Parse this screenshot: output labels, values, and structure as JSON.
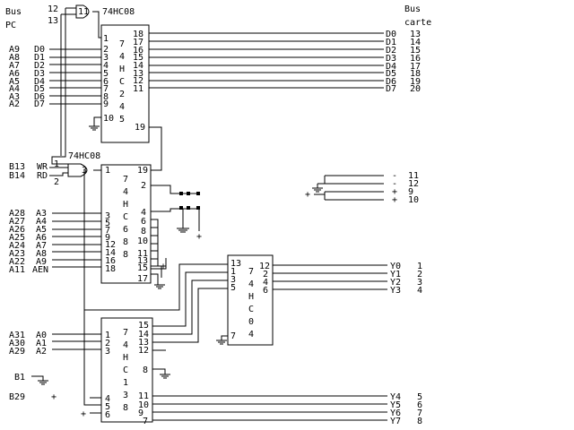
{
  "labels": {
    "bus_pc_1": "Bus",
    "bus_pc_2": "PC",
    "bus_carte_1": "Bus",
    "bus_carte_2": "carte",
    "p12": "12",
    "p13": "13",
    "hc08_top": "74HC08",
    "hc08_mid": "74HC08",
    "gate_top_out": "11",
    "gate_mid_out": "3"
  },
  "chips": {
    "c245": {
      "n0": "7",
      "n1": "4",
      "n2": "H",
      "n3": "C",
      "n4": "2",
      "n5": "4",
      "n6": "5"
    },
    "c688": {
      "n0": "7",
      "n1": "4",
      "n2": "H",
      "n3": "C",
      "n4": "6",
      "n5": "8",
      "n6": "8"
    },
    "c04": {
      "n0": "7",
      "n1": "4",
      "n2": "H",
      "n3": "C",
      "n4": "0",
      "n5": "4"
    },
    "c138": {
      "n0": "7",
      "n1": "4",
      "n2": "H",
      "n3": "C",
      "n4": "1",
      "n5": "3",
      "n6": "8"
    }
  },
  "pins245": {
    "left": [
      "1",
      "2",
      "3",
      "4",
      "5",
      "6",
      "7",
      "8",
      "9",
      "10"
    ],
    "right": [
      "18",
      "17",
      "16",
      "15",
      "14",
      "13",
      "12",
      "11",
      "19"
    ]
  },
  "pcdata": [
    {
      "a": "A9",
      "d": "D0"
    },
    {
      "a": "A8",
      "d": "D1"
    },
    {
      "a": "A7",
      "d": "D2"
    },
    {
      "a": "A6",
      "d": "D3"
    },
    {
      "a": "A5",
      "d": "D4"
    },
    {
      "a": "A4",
      "d": "D5"
    },
    {
      "a": "A3",
      "d": "D6"
    },
    {
      "a": "A2",
      "d": "D7"
    }
  ],
  "carddata": [
    {
      "d": "D0",
      "p": "13"
    },
    {
      "d": "D1",
      "p": "14"
    },
    {
      "d": "D2",
      "p": "15"
    },
    {
      "d": "D3",
      "p": "16"
    },
    {
      "d": "D4",
      "p": "17"
    },
    {
      "d": "D5",
      "p": "18"
    },
    {
      "d": "D6",
      "p": "19"
    },
    {
      "d": "D7",
      "p": "20"
    }
  ],
  "ctrl": {
    "b13": "B13",
    "wr": "WR",
    "b14": "B14",
    "rd": "RD",
    "p1": "1",
    "p2": "2"
  },
  "power": {
    "plus": "+",
    "0": {
      "s": "-",
      "p": "11"
    },
    "1": {
      "s": "-",
      "p": "12"
    },
    "2": {
      "s": "+",
      "p": "9"
    },
    "3": {
      "s": "+",
      "p": "10"
    }
  },
  "pins688": {
    "left": [
      "1",
      "3",
      "5",
      "7",
      "9",
      "12",
      "14",
      "16",
      "18"
    ],
    "right": [
      "19",
      "2",
      "4",
      "6",
      "8",
      "10",
      "11",
      "13",
      "15",
      "17"
    ]
  },
  "addr": [
    {
      "a": "A28",
      "b": "A3"
    },
    {
      "a": "A27",
      "b": "A4"
    },
    {
      "a": "A26",
      "b": "A5"
    },
    {
      "a": "A25",
      "b": "A6"
    },
    {
      "a": "A24",
      "b": "A7"
    },
    {
      "a": "A23",
      "b": "A8"
    },
    {
      "a": "A22",
      "b": "A9"
    },
    {
      "a": "A11",
      "b": "AEN"
    }
  ],
  "pins04": {
    "left": [
      "13",
      "1",
      "3",
      "5",
      "7"
    ],
    "right": [
      "12",
      "2",
      "4",
      "6"
    ]
  },
  "yout": [
    {
      "y": "Y0",
      "p": "1"
    },
    {
      "y": "Y1",
      "p": "2"
    },
    {
      "y": "Y2",
      "p": "3"
    },
    {
      "y": "Y3",
      "p": "4"
    },
    {
      "y": "Y4",
      "p": "5"
    },
    {
      "y": "Y5",
      "p": "6"
    },
    {
      "y": "Y6",
      "p": "7"
    },
    {
      "y": "Y7",
      "p": "8"
    }
  ],
  "pins138": {
    "left": [
      "1",
      "2",
      "3",
      "4",
      "5",
      "6"
    ],
    "right": [
      "15",
      "14",
      "13",
      "12",
      "8",
      "11",
      "10",
      "9",
      "7"
    ]
  },
  "dec": {
    "0": {
      "a": "A31",
      "b": "A0"
    },
    "1": {
      "a": "A30",
      "b": "A1"
    },
    "2": {
      "a": "A29",
      "b": "A2"
    },
    "b1": "B1",
    "b29": "B29"
  }
}
